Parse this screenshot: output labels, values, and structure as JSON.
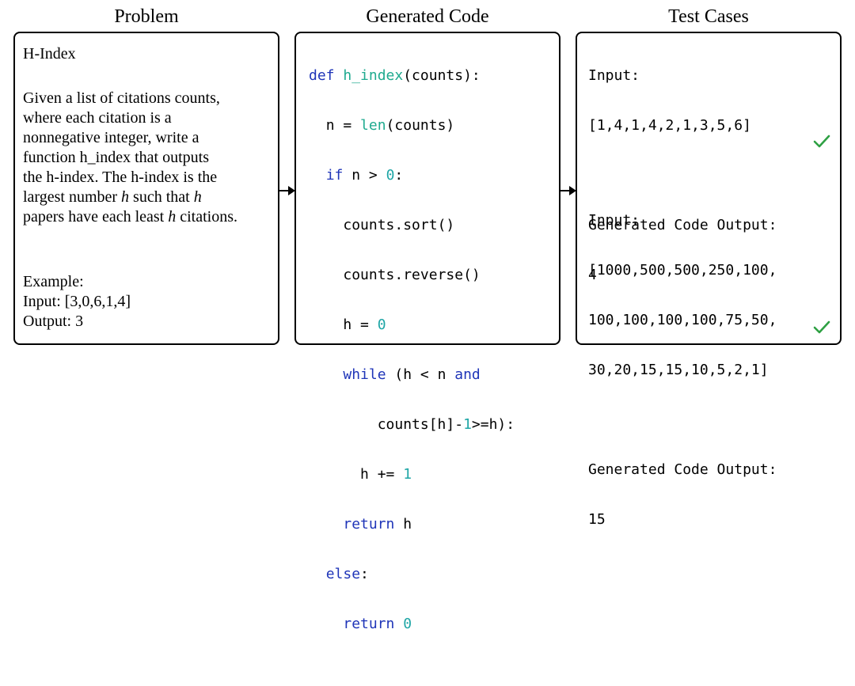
{
  "titles": {
    "problem": "Problem",
    "code": "Generated Code",
    "tests": "Test Cases"
  },
  "problem": {
    "name": "H-Index",
    "description_lines": [
      "Given a list of citations counts,",
      "where each citation is a",
      "nonnegative integer, write a",
      "function h_index that outputs",
      "the h-index. The h-index is the",
      "largest number",
      "such that",
      "papers have each least",
      "citations."
    ],
    "var_h": "h",
    "example_label": "Example:",
    "example_input": "Input: [3,0,6,1,4]",
    "example_output": "Output: 3"
  },
  "code": {
    "line1_kw": "def",
    "line1_fn": "h_index",
    "line1_rest": "(counts):",
    "line2_a": "n = ",
    "line2_fn": "len",
    "line2_b": "(counts)",
    "line3_kw": "if",
    "line3_a": " n > ",
    "line3_num": "0",
    "line3_b": ":",
    "line4": "counts.sort()",
    "line5": "counts.reverse()",
    "line6_a": "h = ",
    "line6_num": "0",
    "line7_kw": "while",
    "line7_a": " (h < n ",
    "line7_kw2": "and",
    "line8_a": "counts[h]-",
    "line8_num": "1",
    "line8_b": ">=h):",
    "line9_a": "h += ",
    "line9_num": "1",
    "line10_kw": "return",
    "line10_a": " h",
    "line11_kw": "else",
    "line11_a": ":",
    "line12_kw": "return",
    "line12_num": "0"
  },
  "tests": [
    {
      "input_label": "Input:",
      "input_lines": [
        "[1,4,1,4,2,1,3,5,6]"
      ],
      "output_label": "Generated Code Output:",
      "output": "4",
      "passed": true
    },
    {
      "input_label": "Input:",
      "input_lines": [
        "[1000,500,500,250,100,",
        "100,100,100,100,75,50,",
        "30,20,15,15,10,5,2,1]"
      ],
      "output_label": "Generated Code Output:",
      "output": "15",
      "passed": true
    }
  ],
  "colors": {
    "keyword": "#1f35b8",
    "builtin": "#1faa8f",
    "number": "#1fa6a6",
    "check": "#2ea043"
  },
  "icons": [
    "arrow-right-icon",
    "checkmark-icon"
  ]
}
